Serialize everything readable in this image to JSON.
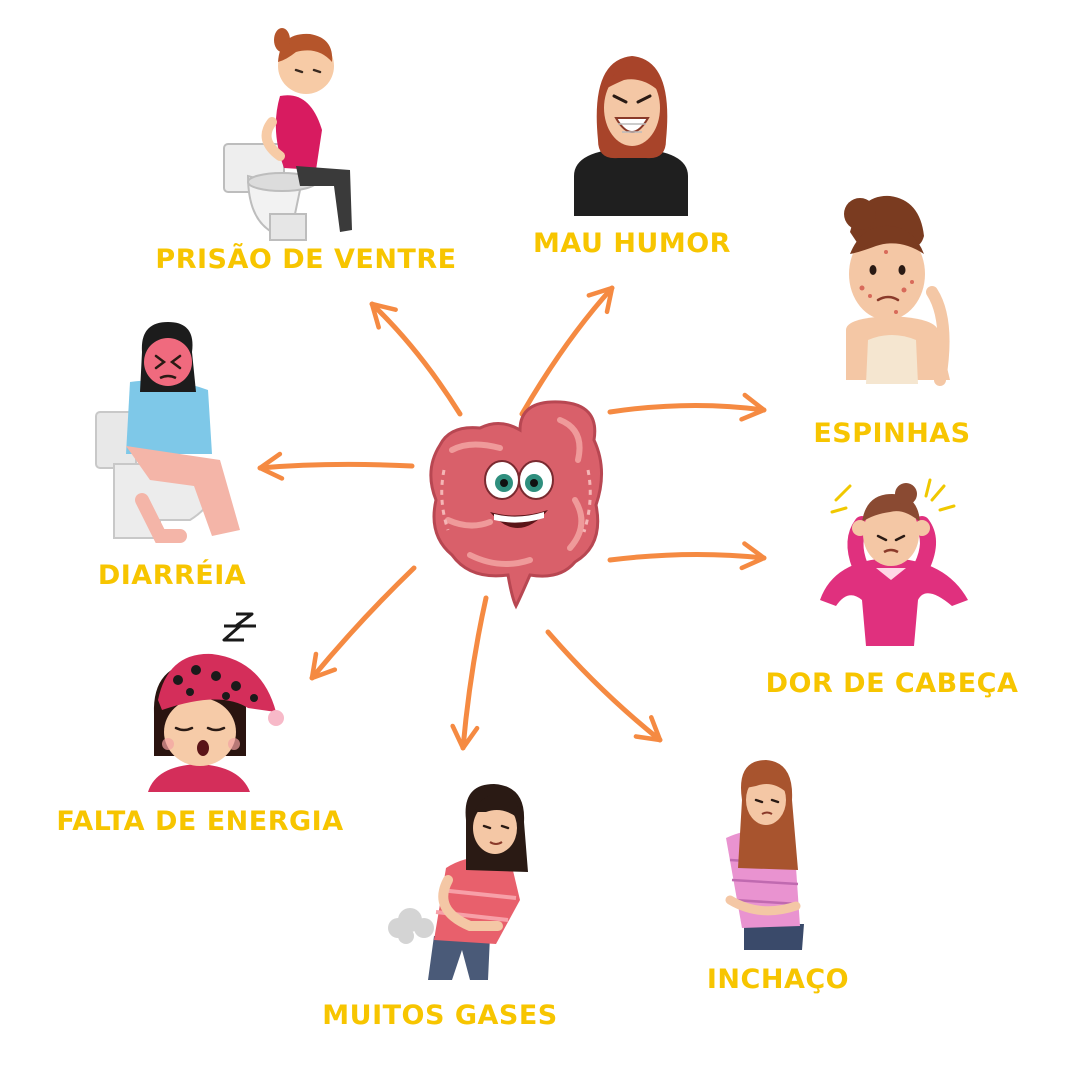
{
  "colors": {
    "label": "#f7c500",
    "arrow": "#f58a42",
    "intestine": "#d9606a",
    "intestine_light": "#ef8f8f"
  },
  "center": {
    "icon": "smiling-intestine-icon"
  },
  "symptoms": [
    {
      "id": "prisao",
      "label": "PRISÃO DE VENTRE",
      "icon": "woman-on-toilet-icon"
    },
    {
      "id": "mau",
      "label": "MAU HUMOR",
      "icon": "angry-woman-icon"
    },
    {
      "id": "espinhas",
      "label": "ESPINHAS",
      "icon": "woman-with-pimples-icon"
    },
    {
      "id": "diarreia",
      "label": "DIARRÉIA",
      "icon": "woman-on-toilet-pain-icon"
    },
    {
      "id": "dor",
      "label": "DOR DE CABEÇA",
      "icon": "woman-headache-icon"
    },
    {
      "id": "falta",
      "label": "FALTA DE ENERGIA",
      "icon": "sleepy-girl-icon"
    },
    {
      "id": "gases",
      "label": "MUITOS GASES",
      "icon": "woman-gas-icon"
    },
    {
      "id": "inchaco",
      "label": "INCHAÇO",
      "icon": "woman-bloated-icon"
    }
  ]
}
